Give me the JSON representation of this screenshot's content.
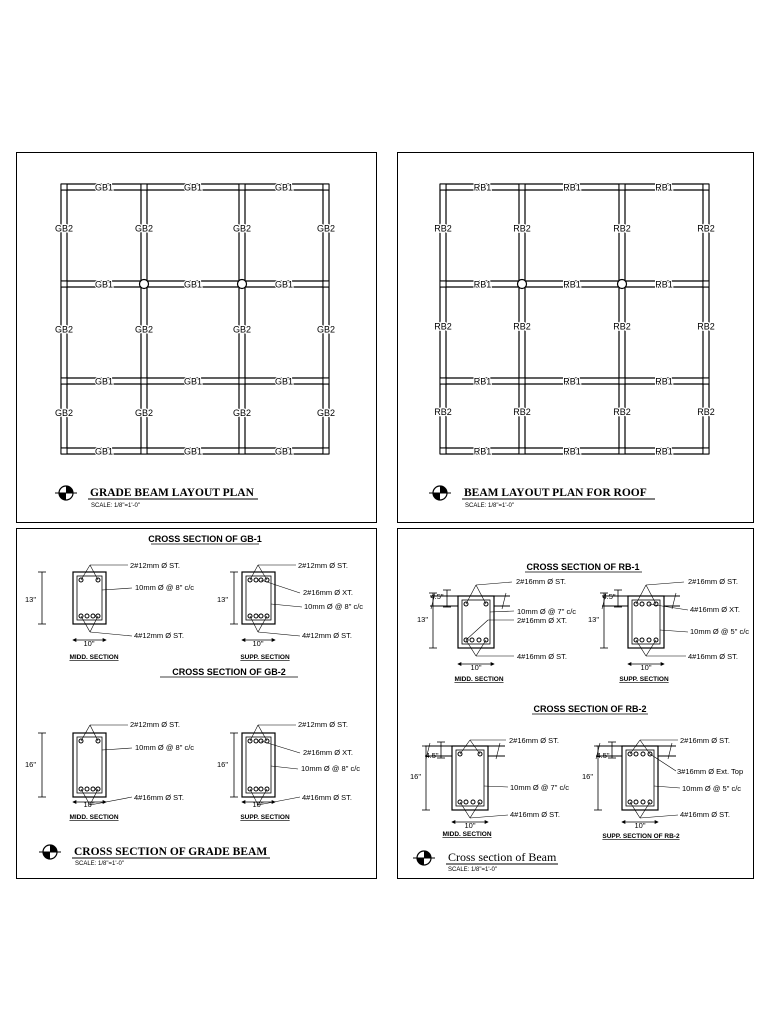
{
  "grade_plan": {
    "title": "GRADE BEAM LAYOUT PLAN",
    "scale": "SCALE: 1/8\"=1'-0\"",
    "h_label": "GB1",
    "v_label": "GB2"
  },
  "roof_plan": {
    "title": "BEAM  LAYOUT PLAN FOR ROOF",
    "scale": "SCALE: 1/8\"=1'-0\"",
    "h_label": "RB1",
    "v_label": "RB2"
  },
  "grade_sections": {
    "title": "CROSS SECTION OF GRADE BEAM",
    "scale": "SCALE: 1/8\"=1'-0\"",
    "gb1": {
      "heading": "CROSS SECTION OF GB-1",
      "midd": {
        "label": "MIDD. SECTION",
        "depth": "13\"",
        "width": "10\"",
        "top": "2#12mm Ø ST.",
        "stirrup": "10mm Ø @ 8\" c/c",
        "bottom": "4#12mm Ø ST."
      },
      "supp": {
        "label": "SUPP. SECTION",
        "depth": "13\"",
        "width": "10\"",
        "top": "2#12mm Ø ST.",
        "extra": "2#16mm Ø XT.",
        "stirrup": "10mm Ø @ 8\" c/c",
        "bottom": "4#12mm Ø ST."
      }
    },
    "gb2": {
      "heading": "CROSS SECTION OF GB-2",
      "midd": {
        "label": "MIDD. SECTION",
        "depth": "16\"",
        "width": "10\"",
        "top": "2#12mm Ø ST.",
        "stirrup": "10mm Ø @ 8\" c/c",
        "bottom": "4#16mm Ø ST."
      },
      "supp": {
        "label": "SUPP. SECTION",
        "depth": "16\"",
        "width": "10\"",
        "top": "2#12mm Ø ST.",
        "extra": "2#16mm Ø XT.",
        "stirrup": "10mm Ø @ 8\" c/c",
        "bottom": "4#16mm Ø ST."
      }
    }
  },
  "roof_sections": {
    "title": "Cross section of Beam",
    "scale": "SCALE: 1/8\"=1'-0\"",
    "rb1": {
      "heading": "CROSS SECTION OF RB-1",
      "midd": {
        "label": "MIDD. SECTION",
        "depth": "13\"",
        "width": "10\"",
        "slab": "4.5\"",
        "top": "2#16mm Ø ST.",
        "stirrup": "10mm Ø @ 7\" c/c",
        "extra": "2#16mm Ø XT.",
        "bottom": "4#16mm Ø ST."
      },
      "supp": {
        "label": "SUPP. SECTION",
        "depth": "13\"",
        "width": "10\"",
        "slab": "4.5\"",
        "top": "2#16mm Ø ST.",
        "extra": "4#16mm Ø XT.",
        "stirrup": "10mm Ø @ 5\" c/c",
        "bottom": "4#16mm Ø ST."
      }
    },
    "rb2": {
      "heading": "CROSS SECTION OF RB-2",
      "midd": {
        "label": "MIDD. SECTION",
        "depth": "16\"",
        "width": "10\"",
        "slab": "4.5\"",
        "top": "2#16mm Ø ST.",
        "stirrup": "10mm Ø @ 7\" c/c",
        "bottom": "4#16mm Ø ST."
      },
      "supp": {
        "label": "SUPP. SECTION OF RB-2",
        "depth": "16\"",
        "width": "10\"",
        "slab": "4.5\"",
        "top": "2#16mm Ø ST.",
        "extra": "3#16mm Ø Ext. Top",
        "stirrup": "10mm Ø @ 5\" c/c",
        "bottom": "4#16mm Ø ST."
      }
    }
  }
}
